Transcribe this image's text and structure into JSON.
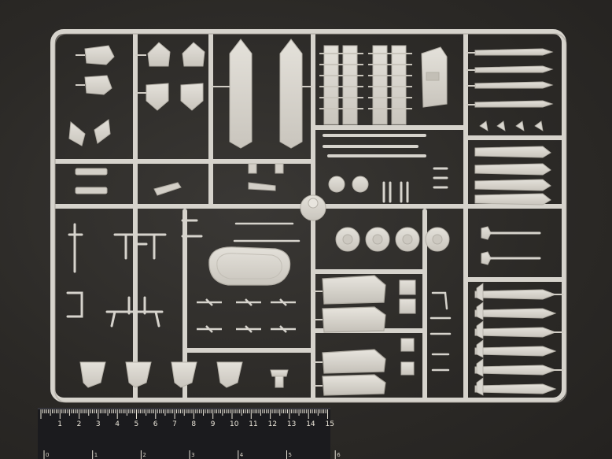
{
  "photo": {
    "subject": "plastic-model-sprue",
    "colors": {
      "background": "#2f2d2a",
      "plastic": "#d9d6cf",
      "plastic_shadow": "#b9b5ad",
      "ruler": "#1b1b1e",
      "ruler_marks": "#e9e4d8"
    }
  },
  "ruler": {
    "top_scale_labels": [
      "1",
      "2",
      "3",
      "4",
      "5",
      "6",
      "7",
      "8",
      "9",
      "10",
      "11",
      "12",
      "13",
      "14",
      "15"
    ],
    "bottom_scale_labels": [
      "0",
      "1",
      "2",
      "3",
      "4",
      "5",
      "6"
    ]
  }
}
